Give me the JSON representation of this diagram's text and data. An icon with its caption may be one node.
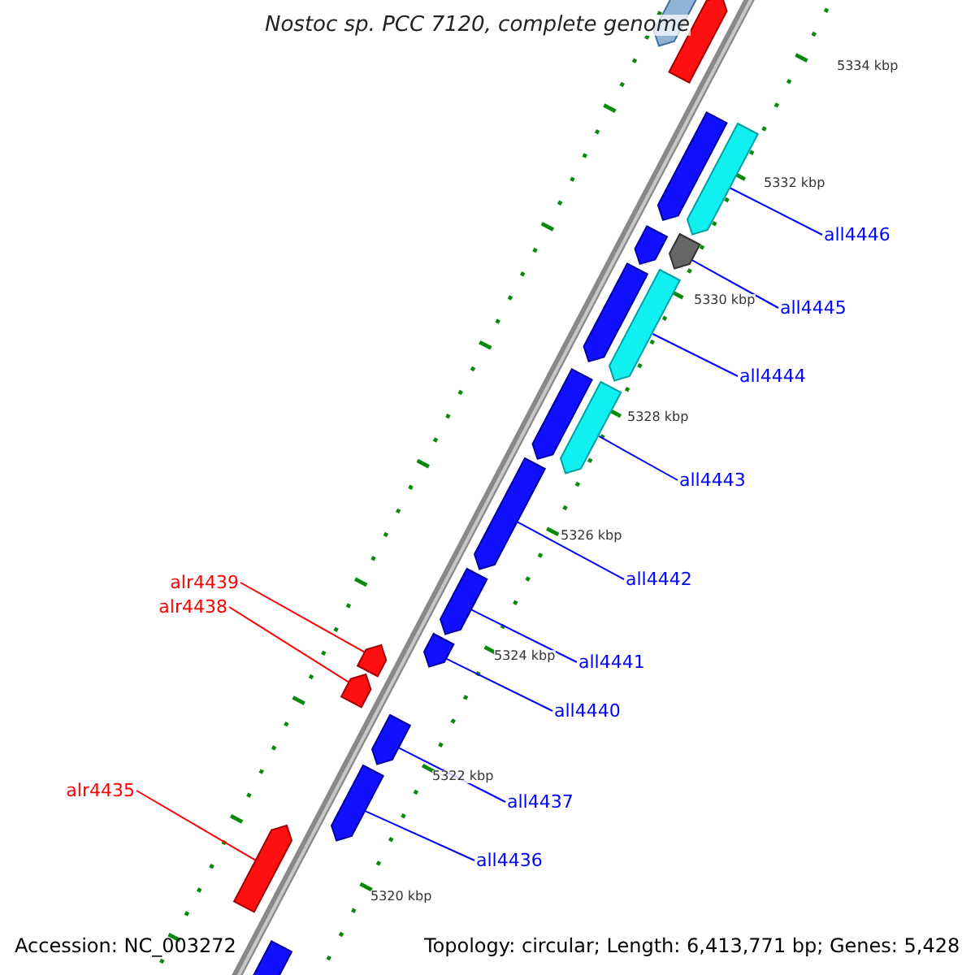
{
  "diagram": {
    "title": "Nostoc sp. PCC 7120, complete genome",
    "nodes": [
      {
        "text": [
          "all4446"
        ]
      },
      {
        "text": [
          "all4445"
        ]
      },
      {
        "text": [
          "all4444"
        ]
      },
      {
        "text": [
          "all4443"
        ]
      },
      {
        "text": [
          "alr4439"
        ]
      },
      {
        "text": [
          "all4442"
        ]
      },
      {
        "text": [
          "alr4438"
        ]
      },
      {
        "text": [
          "all4441"
        ]
      },
      {
        "text": [
          "all4440"
        ]
      },
      {
        "text": [
          "alr4435"
        ]
      },
      {
        "text": [
          "all4437"
        ]
      },
      {
        "text": [
          "all4436"
        ]
      },
      {
        "text": [],
        "shape": "arrow"
      },
      {
        "text": [],
        "shape": "arrow"
      },
      {
        "text": [],
        "shape": "arrow"
      },
      {
        "text": [],
        "shape": "arrow"
      },
      {
        "text": [],
        "shape": "arrow"
      },
      {
        "text": [],
        "shape": "arrow"
      },
      {
        "text": [],
        "shape": "arrow"
      },
      {
        "text": [],
        "shape": "arrow"
      },
      {
        "text": [],
        "shape": "arrow"
      },
      {
        "text": [],
        "shape": "arrow"
      },
      {
        "text": [],
        "shape": "arrow"
      },
      {
        "text": [],
        "shape": "arrow"
      }
    ],
    "edges": [
      {
        "from": 0,
        "to": 12,
        "arrow": "none"
      },
      {
        "from": 1,
        "to": 13,
        "arrow": "none"
      },
      {
        "from": 2,
        "to": 14,
        "arrow": "none"
      },
      {
        "from": 3,
        "to": 15,
        "arrow": "none"
      },
      {
        "from": 4,
        "to": 16,
        "arrow": "none",
        "color": "#ff0000"
      },
      {
        "from": 5,
        "to": 17,
        "arrow": "none"
      },
      {
        "from": 6,
        "to": 18,
        "arrow": "none",
        "color": "#ff0000"
      },
      {
        "from": 7,
        "to": 19,
        "arrow": "none"
      },
      {
        "from": 8,
        "to": 20,
        "arrow": "none"
      },
      {
        "from": 9,
        "to": 21,
        "arrow": "none",
        "color": "#ff0000"
      },
      {
        "from": 10,
        "to": 22,
        "arrow": "none"
      },
      {
        "from": 11,
        "to": 23,
        "arrow": "none"
      }
    ],
    "labels": [
      "5334 kbp",
      "5332 kbp",
      "5330 kbp",
      "5328 kbp",
      "5326 kbp",
      "5324 kbp",
      "5322 kbp",
      "5320 kbp",
      "Accession: NC_003272",
      "Topology: circular; Length: 6,413,771 bp; Genes: 5,428"
    ]
  }
}
